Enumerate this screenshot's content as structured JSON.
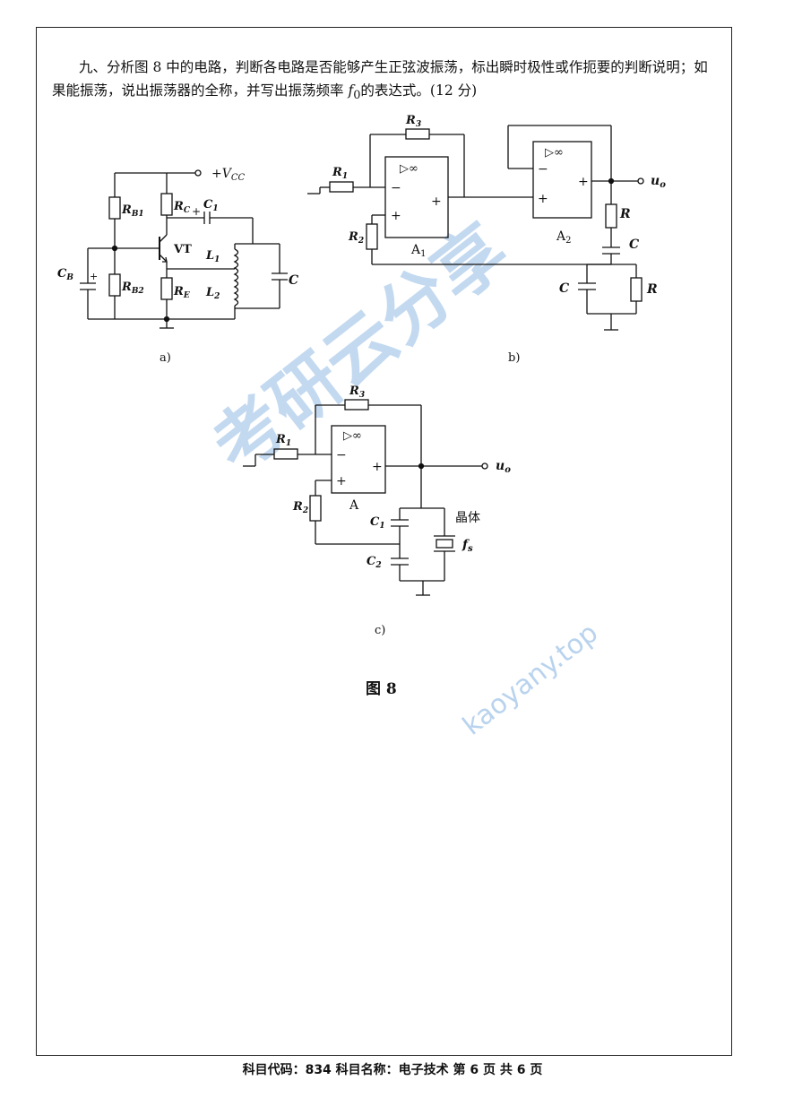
{
  "question": {
    "number": "九、",
    "text_part1": "分析图 8 中的电路，判断各电路是否能够产生正弦波振荡，标出瞬时极性或作扼要的判断说明；如果能振荡，说出振荡器的全称，并写出振荡频率",
    "freq_symbol": "f",
    "freq_sub": "0",
    "text_part2": "的表达式。(12 分)"
  },
  "figure": {
    "title": "图 8",
    "sub_a": {
      "caption": "a)",
      "labels": {
        "vcc": "+V",
        "vcc_sub": "CC",
        "rb1": "R",
        "rb1_sub": "B1",
        "rb2": "R",
        "rb2_sub": "B2",
        "rc": "R",
        "rc_sub": "C",
        "re": "R",
        "re_sub": "E",
        "c1": "C",
        "c1_sub": "1",
        "cb": "C",
        "cb_sub": "B",
        "vt": "VT",
        "l1": "L",
        "l1_sub": "1",
        "l2": "L",
        "l2_sub": "2",
        "c": "C",
        "plus": "+"
      }
    },
    "sub_b": {
      "caption": "b)",
      "labels": {
        "r1": "R",
        "r1_sub": "1",
        "r2": "R",
        "r2_sub": "2",
        "r3": "R",
        "r3_sub": "3",
        "a1": "A",
        "a1_sub": "1",
        "a2": "A",
        "a2_sub": "2",
        "r_series": "R",
        "c_series": "C",
        "c_shunt": "C",
        "r_shunt": "R",
        "uo": "u",
        "uo_sub": "o",
        "opamp_sym": "▷∞",
        "minus": "−",
        "plus": "+"
      }
    },
    "sub_c": {
      "caption": "c)",
      "labels": {
        "r1": "R",
        "r1_sub": "1",
        "r2": "R",
        "r2_sub": "2",
        "r3": "R",
        "r3_sub": "3",
        "a": "A",
        "c1": "C",
        "c1_sub": "1",
        "c2": "C",
        "c2_sub": "2",
        "crystal": "晶体",
        "fs": "f",
        "fs_sub": "s",
        "uo": "u",
        "uo_sub": "o",
        "opamp_sym": "▷∞",
        "minus": "−",
        "plus": "+"
      }
    }
  },
  "watermark": {
    "chinese": "考研云分享",
    "url": "kaoyany.top",
    "color": "#b9d3ee"
  },
  "footer": {
    "text": "科目代码：834 科目名称：电子技术 第 6 页 共 6 页"
  }
}
